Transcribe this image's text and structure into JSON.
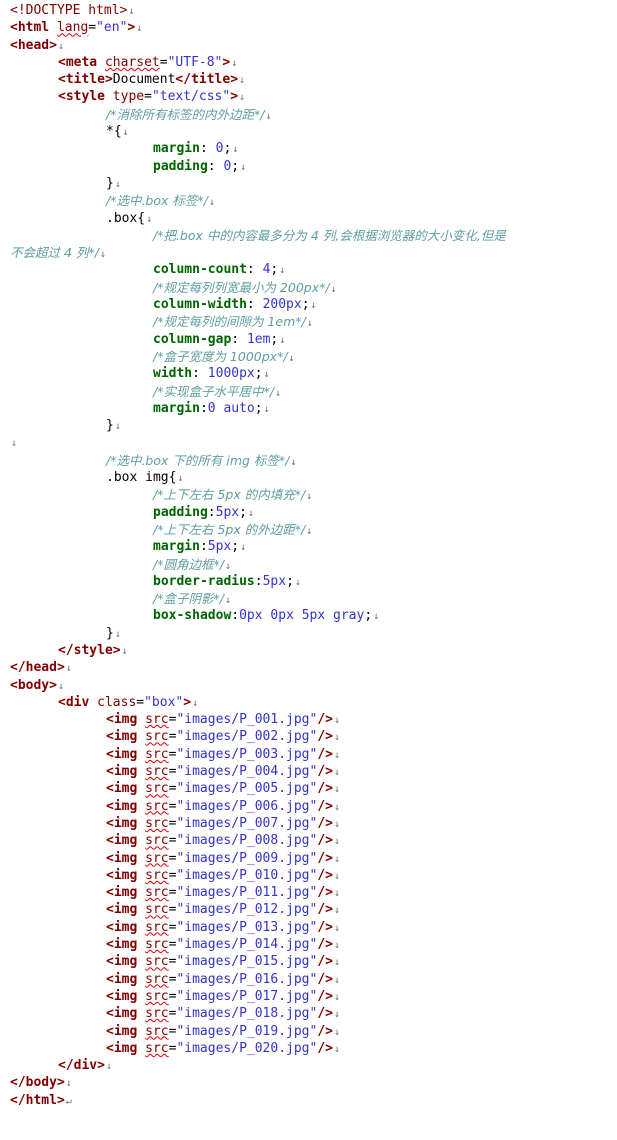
{
  "lines": [
    {
      "indent": 0,
      "tokens": [
        [
          "doctype",
          "<!DOCTYPE html>"
        ]
      ],
      "mark": "↓"
    },
    {
      "indent": 0,
      "tokens": [
        [
          "tag",
          "<html "
        ],
        [
          "attr",
          "lang"
        ],
        [
          "txt",
          "="
        ],
        [
          "str",
          "\"en\""
        ],
        [
          "tag",
          ">"
        ]
      ],
      "mark": "↓"
    },
    {
      "indent": 0,
      "tokens": [
        [
          "tag",
          "<head>"
        ]
      ],
      "mark": "↓"
    },
    {
      "indent": 1,
      "tokens": [
        [
          "tag",
          "<meta "
        ],
        [
          "attr",
          "charset"
        ],
        [
          "txt",
          "="
        ],
        [
          "str",
          "\"UTF-8\""
        ],
        [
          "tag",
          ">"
        ]
      ],
      "mark": "↓"
    },
    {
      "indent": 1,
      "tokens": [
        [
          "tag",
          "<title>"
        ],
        [
          "txt",
          "Document"
        ],
        [
          "tag",
          "</title>"
        ]
      ],
      "mark": "↓"
    },
    {
      "indent": 1,
      "tokens": [
        [
          "tag",
          "<style "
        ],
        [
          "attr",
          "type"
        ],
        [
          "txt",
          "="
        ],
        [
          "str",
          "\"text/css\""
        ],
        [
          "tag",
          ">"
        ]
      ],
      "mark": "↓"
    },
    {
      "indent": 2,
      "tokens": [
        [
          "cm",
          "/*消除所有标签的内外边距*/"
        ]
      ],
      "mark": "↓"
    },
    {
      "indent": 2,
      "tokens": [
        [
          "sel",
          "*{"
        ]
      ],
      "mark": "↓"
    },
    {
      "indent": 3,
      "tokens": [
        [
          "prop",
          "margin"
        ],
        [
          "txt",
          ": "
        ],
        [
          "val",
          "0"
        ],
        [
          "txt",
          ";"
        ]
      ],
      "mark": "↓"
    },
    {
      "indent": 3,
      "tokens": [
        [
          "prop",
          "padding"
        ],
        [
          "txt",
          ": "
        ],
        [
          "val",
          "0"
        ],
        [
          "txt",
          ";"
        ]
      ],
      "mark": "↓"
    },
    {
      "indent": 2,
      "tokens": [
        [
          "sel",
          "}"
        ]
      ],
      "mark": "↓"
    },
    {
      "indent": 2,
      "tokens": [
        [
          "cm",
          "/*选中.box 标签*/"
        ]
      ],
      "mark": "↓"
    },
    {
      "indent": 2,
      "tokens": [
        [
          "sel",
          ".box{"
        ]
      ],
      "mark": "↓"
    },
    {
      "indent": 3,
      "tokens": [
        [
          "cm",
          "/*把.box 中的内容最多分为 4 列,会根据浏览器的大小变化,但是"
        ]
      ],
      "mark": ""
    },
    {
      "indent": 0,
      "tokens": [
        [
          "cm",
          "不会超过 4 列*/"
        ]
      ],
      "mark": "↓"
    },
    {
      "indent": 3,
      "tokens": [
        [
          "prop",
          "column-count"
        ],
        [
          "txt",
          ": "
        ],
        [
          "val",
          "4"
        ],
        [
          "txt",
          ";"
        ]
      ],
      "mark": "↓"
    },
    {
      "indent": 3,
      "tokens": [
        [
          "cm",
          "/*规定每列列宽最小为 200px*/"
        ]
      ],
      "mark": "↓"
    },
    {
      "indent": 3,
      "tokens": [
        [
          "prop",
          "column-width"
        ],
        [
          "txt",
          ": "
        ],
        [
          "val",
          "200px"
        ],
        [
          "txt",
          ";"
        ]
      ],
      "mark": "↓"
    },
    {
      "indent": 3,
      "tokens": [
        [
          "cm",
          "/*规定每列的间隙为 1em*/"
        ]
      ],
      "mark": "↓"
    },
    {
      "indent": 3,
      "tokens": [
        [
          "prop",
          "column-gap"
        ],
        [
          "txt",
          ": "
        ],
        [
          "val",
          "1em"
        ],
        [
          "txt",
          ";"
        ]
      ],
      "mark": "↓"
    },
    {
      "indent": 3,
      "tokens": [
        [
          "cm",
          "/*盒子宽度为 1000px*/"
        ]
      ],
      "mark": "↓"
    },
    {
      "indent": 3,
      "tokens": [
        [
          "prop",
          "width"
        ],
        [
          "txt",
          ": "
        ],
        [
          "val",
          "1000px"
        ],
        [
          "txt",
          ";"
        ]
      ],
      "mark": "↓"
    },
    {
      "indent": 3,
      "tokens": [
        [
          "cm",
          "/*实现盒子水平居中*/"
        ]
      ],
      "mark": "↓"
    },
    {
      "indent": 3,
      "tokens": [
        [
          "prop",
          "margin"
        ],
        [
          "txt",
          ":"
        ],
        [
          "val",
          "0 auto"
        ],
        [
          "txt",
          ";"
        ]
      ],
      "mark": "↓"
    },
    {
      "indent": 2,
      "tokens": [
        [
          "sel",
          "}"
        ]
      ],
      "mark": "↓"
    },
    {
      "indent": 0,
      "tokens": [],
      "mark": "↓"
    },
    {
      "indent": 2,
      "tokens": [
        [
          "cm",
          "/*选中.box 下的所有 img 标签*/"
        ]
      ],
      "mark": "↓"
    },
    {
      "indent": 2,
      "tokens": [
        [
          "sel",
          ".box img{"
        ]
      ],
      "mark": "↓"
    },
    {
      "indent": 3,
      "tokens": [
        [
          "cm",
          "/*上下左右 5px 的内填充*/"
        ]
      ],
      "mark": "↓"
    },
    {
      "indent": 3,
      "tokens": [
        [
          "prop",
          "padding"
        ],
        [
          "txt",
          ":"
        ],
        [
          "val",
          "5px"
        ],
        [
          "txt",
          ";"
        ]
      ],
      "mark": "↓"
    },
    {
      "indent": 3,
      "tokens": [
        [
          "cm",
          "/*上下左右 5px 的外边距*/"
        ]
      ],
      "mark": "↓"
    },
    {
      "indent": 3,
      "tokens": [
        [
          "prop",
          "margin"
        ],
        [
          "txt",
          ":"
        ],
        [
          "val",
          "5px"
        ],
        [
          "txt",
          ";"
        ]
      ],
      "mark": "↓"
    },
    {
      "indent": 3,
      "tokens": [
        [
          "cm",
          "/*圆角边框*/"
        ]
      ],
      "mark": "↓"
    },
    {
      "indent": 3,
      "tokens": [
        [
          "prop",
          "border-radius"
        ],
        [
          "txt",
          ":"
        ],
        [
          "val",
          "5px"
        ],
        [
          "txt",
          ";"
        ]
      ],
      "mark": "↓"
    },
    {
      "indent": 3,
      "tokens": [
        [
          "cm",
          "/*盒子阴影*/"
        ]
      ],
      "mark": "↓"
    },
    {
      "indent": 3,
      "tokens": [
        [
          "prop",
          "box-shadow"
        ],
        [
          "txt",
          ":"
        ],
        [
          "val",
          "0px 0px 5px gray"
        ],
        [
          "txt",
          ";"
        ]
      ],
      "mark": "↓"
    },
    {
      "indent": 2,
      "tokens": [
        [
          "sel",
          "}"
        ]
      ],
      "mark": "↓"
    },
    {
      "indent": 1,
      "tokens": [
        [
          "tag",
          "</style>"
        ]
      ],
      "mark": "↓"
    },
    {
      "indent": 0,
      "tokens": [
        [
          "tag",
          "</head>"
        ]
      ],
      "mark": "↓"
    },
    {
      "indent": 0,
      "tokens": [
        [
          "tag",
          "<body>"
        ]
      ],
      "mark": "↓"
    },
    {
      "indent": 1,
      "tokens": [
        [
          "tag",
          "<div "
        ],
        [
          "attr",
          "class"
        ],
        [
          "txt",
          "="
        ],
        [
          "str",
          "\"box\""
        ],
        [
          "tag",
          ">"
        ]
      ],
      "mark": "↓"
    },
    {
      "indent": 2,
      "tokens": [
        [
          "tag",
          "<img "
        ],
        [
          "attr",
          "src"
        ],
        [
          "txt",
          "="
        ],
        [
          "str",
          "\"images/P_001.jpg\""
        ],
        [
          "tag",
          "/>"
        ]
      ],
      "mark": "↓"
    },
    {
      "indent": 2,
      "tokens": [
        [
          "tag",
          "<img "
        ],
        [
          "attr",
          "src"
        ],
        [
          "txt",
          "="
        ],
        [
          "str",
          "\"images/P_002.jpg\""
        ],
        [
          "tag",
          "/>"
        ]
      ],
      "mark": "↓"
    },
    {
      "indent": 2,
      "tokens": [
        [
          "tag",
          "<img "
        ],
        [
          "attr",
          "src"
        ],
        [
          "txt",
          "="
        ],
        [
          "str",
          "\"images/P_003.jpg\""
        ],
        [
          "tag",
          "/>"
        ]
      ],
      "mark": "↓"
    },
    {
      "indent": 2,
      "tokens": [
        [
          "tag",
          "<img "
        ],
        [
          "attr",
          "src"
        ],
        [
          "txt",
          "="
        ],
        [
          "str",
          "\"images/P_004.jpg\""
        ],
        [
          "tag",
          "/>"
        ]
      ],
      "mark": "↓"
    },
    {
      "indent": 2,
      "tokens": [
        [
          "tag",
          "<img "
        ],
        [
          "attr",
          "src"
        ],
        [
          "txt",
          "="
        ],
        [
          "str",
          "\"images/P_005.jpg\""
        ],
        [
          "tag",
          "/>"
        ]
      ],
      "mark": "↓"
    },
    {
      "indent": 2,
      "tokens": [
        [
          "tag",
          "<img "
        ],
        [
          "attr",
          "src"
        ],
        [
          "txt",
          "="
        ],
        [
          "str",
          "\"images/P_006.jpg\""
        ],
        [
          "tag",
          "/>"
        ]
      ],
      "mark": "↓"
    },
    {
      "indent": 2,
      "tokens": [
        [
          "tag",
          "<img "
        ],
        [
          "attr",
          "src"
        ],
        [
          "txt",
          "="
        ],
        [
          "str",
          "\"images/P_007.jpg\""
        ],
        [
          "tag",
          "/>"
        ]
      ],
      "mark": "↓"
    },
    {
      "indent": 2,
      "tokens": [
        [
          "tag",
          "<img "
        ],
        [
          "attr",
          "src"
        ],
        [
          "txt",
          "="
        ],
        [
          "str",
          "\"images/P_008.jpg\""
        ],
        [
          "tag",
          "/>"
        ]
      ],
      "mark": "↓"
    },
    {
      "indent": 2,
      "tokens": [
        [
          "tag",
          "<img "
        ],
        [
          "attr",
          "src"
        ],
        [
          "txt",
          "="
        ],
        [
          "str",
          "\"images/P_009.jpg\""
        ],
        [
          "tag",
          "/>"
        ]
      ],
      "mark": "↓"
    },
    {
      "indent": 2,
      "tokens": [
        [
          "tag",
          "<img "
        ],
        [
          "attr",
          "src"
        ],
        [
          "txt",
          "="
        ],
        [
          "str",
          "\"images/P_010.jpg\""
        ],
        [
          "tag",
          "/>"
        ]
      ],
      "mark": "↓"
    },
    {
      "indent": 2,
      "tokens": [
        [
          "tag",
          "<img "
        ],
        [
          "attr",
          "src"
        ],
        [
          "txt",
          "="
        ],
        [
          "str",
          "\"images/P_011.jpg\""
        ],
        [
          "tag",
          "/>"
        ]
      ],
      "mark": "↓"
    },
    {
      "indent": 2,
      "tokens": [
        [
          "tag",
          "<img "
        ],
        [
          "attr",
          "src"
        ],
        [
          "txt",
          "="
        ],
        [
          "str",
          "\"images/P_012.jpg\""
        ],
        [
          "tag",
          "/>"
        ]
      ],
      "mark": "↓"
    },
    {
      "indent": 2,
      "tokens": [
        [
          "tag",
          "<img "
        ],
        [
          "attr",
          "src"
        ],
        [
          "txt",
          "="
        ],
        [
          "str",
          "\"images/P_013.jpg\""
        ],
        [
          "tag",
          "/>"
        ]
      ],
      "mark": "↓"
    },
    {
      "indent": 2,
      "tokens": [
        [
          "tag",
          "<img "
        ],
        [
          "attr",
          "src"
        ],
        [
          "txt",
          "="
        ],
        [
          "str",
          "\"images/P_014.jpg\""
        ],
        [
          "tag",
          "/>"
        ]
      ],
      "mark": "↓"
    },
    {
      "indent": 2,
      "tokens": [
        [
          "tag",
          "<img "
        ],
        [
          "attr",
          "src"
        ],
        [
          "txt",
          "="
        ],
        [
          "str",
          "\"images/P_015.jpg\""
        ],
        [
          "tag",
          "/>"
        ]
      ],
      "mark": "↓"
    },
    {
      "indent": 2,
      "tokens": [
        [
          "tag",
          "<img "
        ],
        [
          "attr",
          "src"
        ],
        [
          "txt",
          "="
        ],
        [
          "str",
          "\"images/P_016.jpg\""
        ],
        [
          "tag",
          "/>"
        ]
      ],
      "mark": "↓"
    },
    {
      "indent": 2,
      "tokens": [
        [
          "tag",
          "<img "
        ],
        [
          "attr",
          "src"
        ],
        [
          "txt",
          "="
        ],
        [
          "str",
          "\"images/P_017.jpg\""
        ],
        [
          "tag",
          "/>"
        ]
      ],
      "mark": "↓"
    },
    {
      "indent": 2,
      "tokens": [
        [
          "tag",
          "<img "
        ],
        [
          "attr",
          "src"
        ],
        [
          "txt",
          "="
        ],
        [
          "str",
          "\"images/P_018.jpg\""
        ],
        [
          "tag",
          "/>"
        ]
      ],
      "mark": "↓"
    },
    {
      "indent": 2,
      "tokens": [
        [
          "tag",
          "<img "
        ],
        [
          "attr",
          "src"
        ],
        [
          "txt",
          "="
        ],
        [
          "str",
          "\"images/P_019.jpg\""
        ],
        [
          "tag",
          "/>"
        ]
      ],
      "mark": "↓"
    },
    {
      "indent": 2,
      "tokens": [
        [
          "tag",
          "<img "
        ],
        [
          "attr",
          "src"
        ],
        [
          "txt",
          "="
        ],
        [
          "str",
          "\"images/P_020.jpg\""
        ],
        [
          "tag",
          "/>"
        ]
      ],
      "mark": "↓"
    },
    {
      "indent": 1,
      "tokens": [
        [
          "tag",
          "</div>"
        ]
      ],
      "mark": "↓"
    },
    {
      "indent": 0,
      "tokens": [
        [
          "tag",
          "</body>"
        ]
      ],
      "mark": "↓"
    },
    {
      "indent": 0,
      "tokens": [
        [
          "tag",
          "</html>"
        ]
      ],
      "mark": "↵"
    }
  ]
}
